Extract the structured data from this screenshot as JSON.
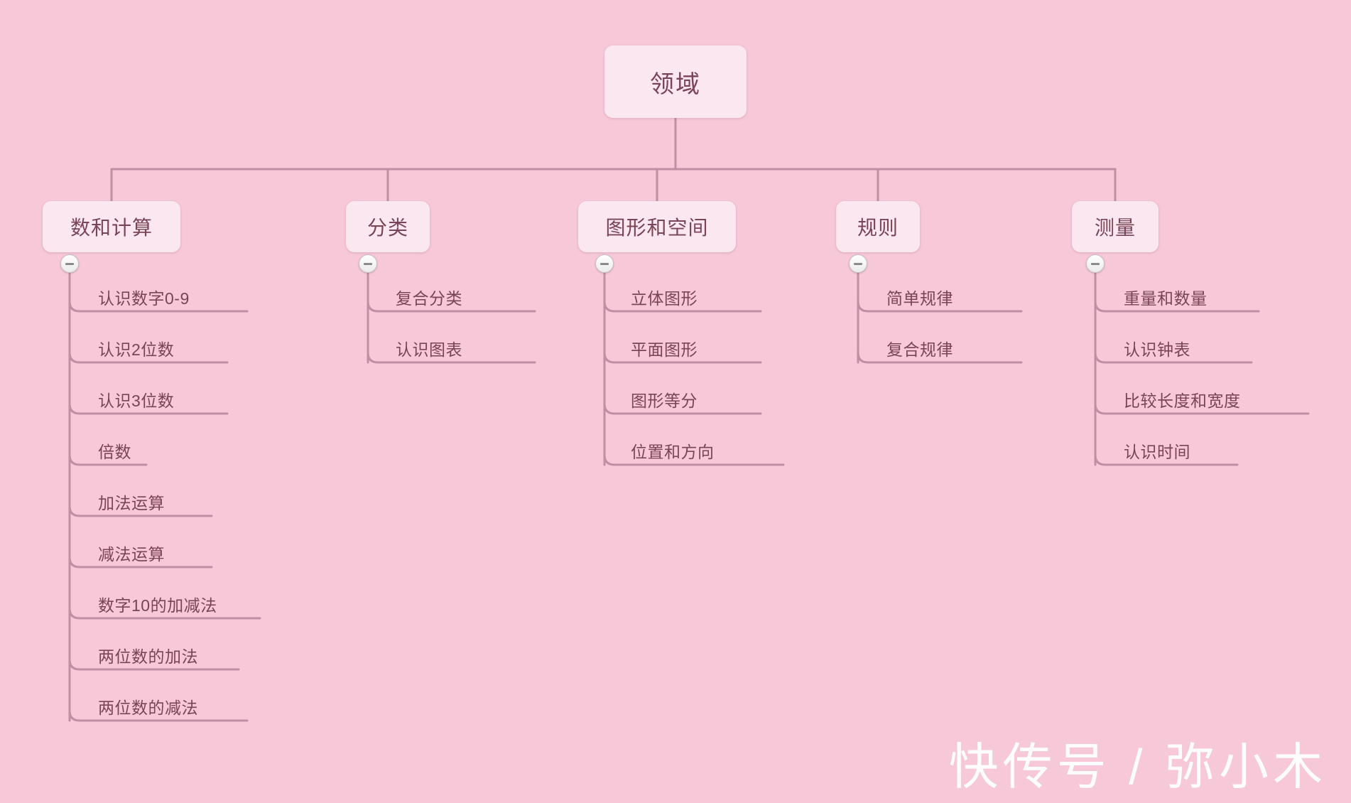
{
  "theme": {
    "background_color": "#f6c8d8",
    "node_fill": "#fbe7ef",
    "text_color": "#7a4457",
    "line_color": "#c08fa3",
    "watermark_color": "#ffffff"
  },
  "root": {
    "label": "领域"
  },
  "branches": [
    {
      "label": "数和计算",
      "collapse_icon": "minus-circle-icon",
      "children": [
        "认识数字0-9",
        "认识2位数",
        "认识3位数",
        "倍数",
        "加法运算",
        "减法运算",
        "数字10的加减法",
        "两位数的加法",
        "两位数的减法"
      ]
    },
    {
      "label": "分类",
      "collapse_icon": "minus-circle-icon",
      "children": [
        "复合分类",
        "认识图表"
      ]
    },
    {
      "label": "图形和空间",
      "collapse_icon": "minus-circle-icon",
      "children": [
        "立体图形",
        "平面图形",
        "图形等分",
        "位置和方向"
      ]
    },
    {
      "label": "规则",
      "collapse_icon": "minus-circle-icon",
      "children": [
        "简单规律",
        "复合规律"
      ]
    },
    {
      "label": "测量",
      "collapse_icon": "minus-circle-icon",
      "children": [
        "重量和数量",
        "认识钟表",
        "比较长度和宽度",
        "认识时间"
      ]
    }
  ],
  "watermark": {
    "text": "快传号 / 弥小木"
  }
}
